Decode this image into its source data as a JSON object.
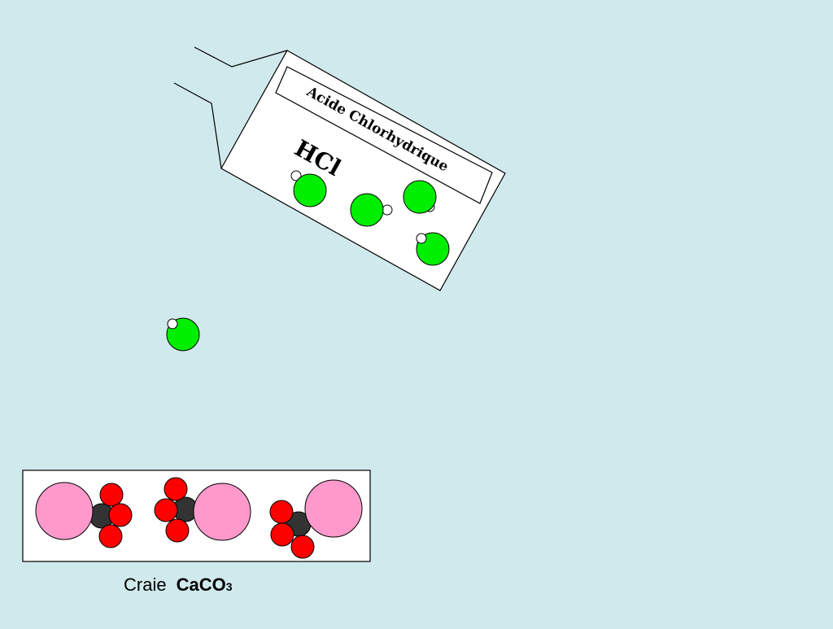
{
  "bottle": {
    "label": "Acide Chlorhydrique",
    "formula": "HCl"
  },
  "chalk": {
    "name": "Craie",
    "formula_main": "CaCO",
    "formula_sub": "3"
  },
  "colors": {
    "background": "#d0e9ec",
    "chlorine": "#00ee00",
    "hydrogen": "#ffffff",
    "calcium": "#ff99cc",
    "oxygen": "#ff0000",
    "carbon": "#333333"
  }
}
